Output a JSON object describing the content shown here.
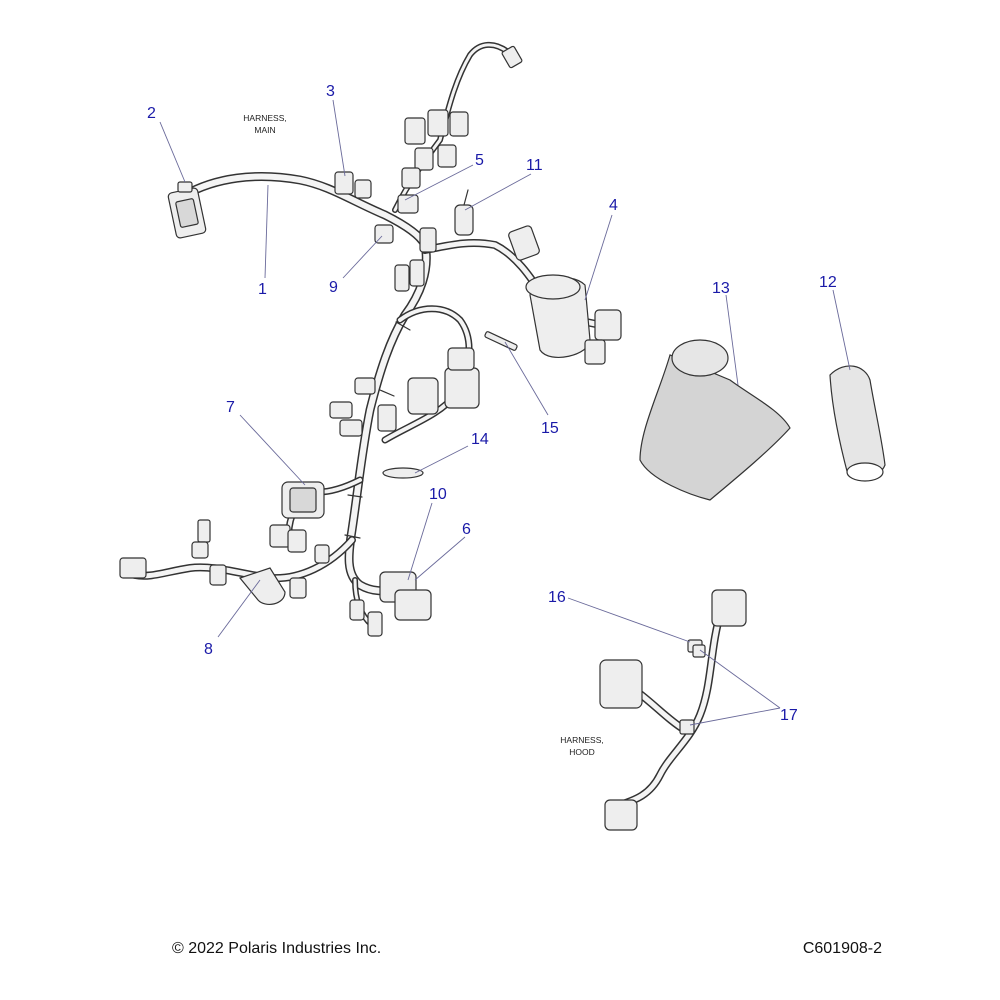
{
  "callouts": [
    "1",
    "2",
    "3",
    "4",
    "5",
    "6",
    "7",
    "8",
    "9",
    "10",
    "11",
    "12",
    "13",
    "14",
    "15",
    "16",
    "17"
  ],
  "notes": {
    "harness_main": [
      "HARNESS,",
      "MAIN"
    ],
    "harness_hood": [
      "HARNESS,",
      "HOOD"
    ]
  },
  "footer": {
    "copyright": "© 2022 Polaris Industries Inc.",
    "drawing_number": "C601908-2"
  },
  "colors": {
    "callout": "#1a1aa8",
    "line": "#333333",
    "part_fill": "#eeeeee",
    "sleeve_fill": "#d4d4d4"
  }
}
